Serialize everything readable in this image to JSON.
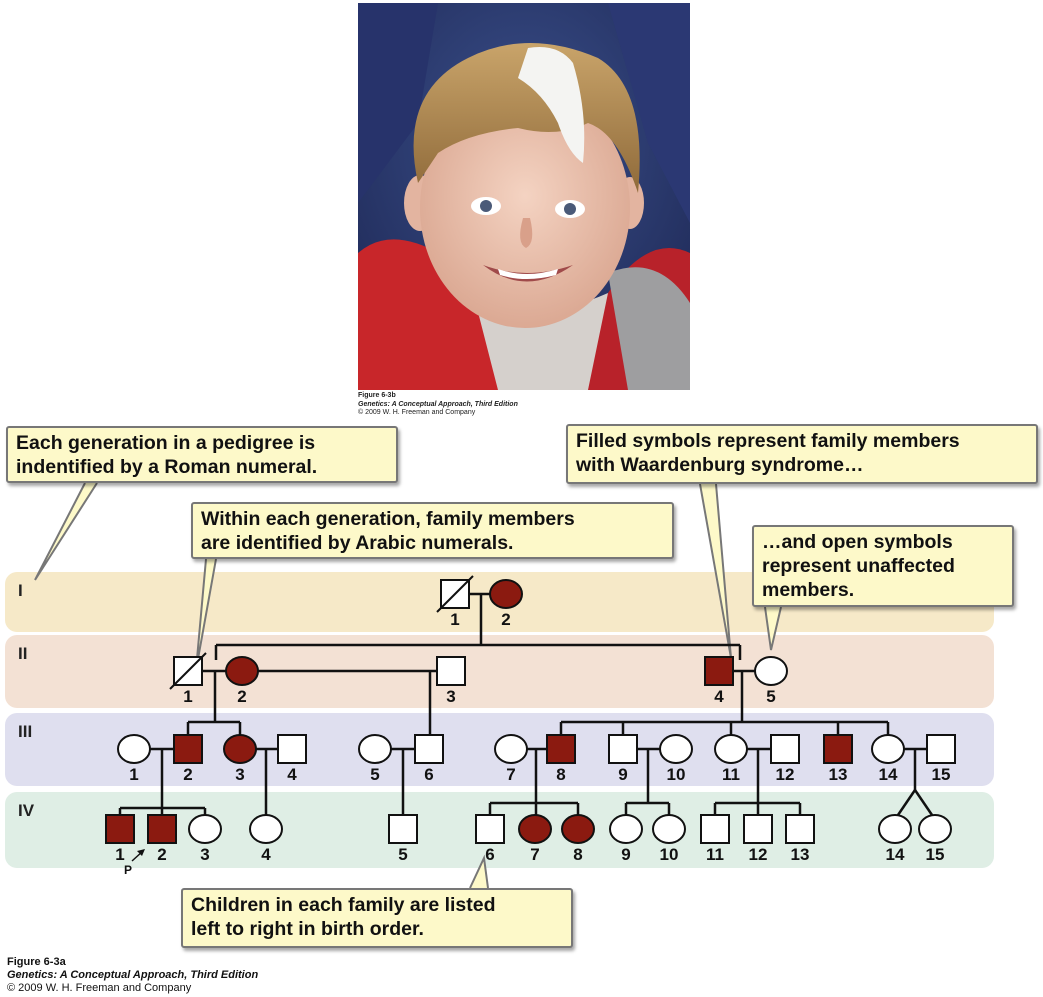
{
  "photo_caption": {
    "figure": "Figure 6-3b",
    "book": "Genetics: A Conceptual Approach, Third Edition",
    "copyright": "© 2009 W. H. Freeman and Company"
  },
  "figure_caption": {
    "figure": "Figure 6-3a",
    "book": "Genetics: A Conceptual Approach, Third Edition",
    "copyright": "© 2009 W. H. Freeman and Company"
  },
  "callouts": {
    "roman": [
      "Each generation in a pedigree is",
      "indentified by a Roman numeral."
    ],
    "arabic": [
      "Within each generation, family members",
      "are identified by Arabic numerals."
    ],
    "filled": [
      "Filled symbols represent family members",
      "with Waardenburg syndrome…"
    ],
    "open": [
      "…and open symbols",
      "represent unaffected",
      "members."
    ],
    "children": [
      "Children in each family are listed",
      "left to right in birth order."
    ]
  },
  "colors": {
    "affected": "#8b1a10",
    "band_I": "#f6e9c8",
    "band_II": "#f3e1d4",
    "band_III": "#dfdfef",
    "band_IV": "#dfeee5",
    "callout_bg": "#fdf9c9"
  },
  "pedigree": {
    "generations": [
      {
        "numeral": "I",
        "individuals": [
          {
            "id": "1",
            "sex": "male",
            "affected": false,
            "deceased": true
          },
          {
            "id": "2",
            "sex": "female",
            "affected": true
          }
        ]
      },
      {
        "numeral": "II",
        "individuals": [
          {
            "id": "1",
            "sex": "male",
            "affected": false,
            "deceased": true
          },
          {
            "id": "2",
            "sex": "female",
            "affected": true
          },
          {
            "id": "3",
            "sex": "male",
            "affected": false
          },
          {
            "id": "4",
            "sex": "male",
            "affected": true
          },
          {
            "id": "5",
            "sex": "female",
            "affected": false
          }
        ]
      },
      {
        "numeral": "III",
        "individuals": [
          {
            "id": "1",
            "sex": "female",
            "affected": false
          },
          {
            "id": "2",
            "sex": "male",
            "affected": true
          },
          {
            "id": "3",
            "sex": "female",
            "affected": true
          },
          {
            "id": "4",
            "sex": "male",
            "affected": false
          },
          {
            "id": "5",
            "sex": "female",
            "affected": false
          },
          {
            "id": "6",
            "sex": "male",
            "affected": false
          },
          {
            "id": "7",
            "sex": "female",
            "affected": false
          },
          {
            "id": "8",
            "sex": "male",
            "affected": true
          },
          {
            "id": "9",
            "sex": "male",
            "affected": false
          },
          {
            "id": "10",
            "sex": "female",
            "affected": false
          },
          {
            "id": "11",
            "sex": "female",
            "affected": false
          },
          {
            "id": "12",
            "sex": "male",
            "affected": false
          },
          {
            "id": "13",
            "sex": "male",
            "affected": true
          },
          {
            "id": "14",
            "sex": "female",
            "affected": false
          },
          {
            "id": "15",
            "sex": "male",
            "affected": false
          }
        ]
      },
      {
        "numeral": "IV",
        "individuals": [
          {
            "id": "1",
            "sex": "male",
            "affected": true,
            "proband": true
          },
          {
            "id": "2",
            "sex": "male",
            "affected": true
          },
          {
            "id": "3",
            "sex": "female",
            "affected": false
          },
          {
            "id": "4",
            "sex": "female",
            "affected": false
          },
          {
            "id": "5",
            "sex": "male",
            "affected": false
          },
          {
            "id": "6",
            "sex": "male",
            "affected": false
          },
          {
            "id": "7",
            "sex": "female",
            "affected": true
          },
          {
            "id": "8",
            "sex": "female",
            "affected": true
          },
          {
            "id": "9",
            "sex": "female",
            "affected": false
          },
          {
            "id": "10",
            "sex": "female",
            "affected": false
          },
          {
            "id": "11",
            "sex": "male",
            "affected": false
          },
          {
            "id": "12",
            "sex": "male",
            "affected": false
          },
          {
            "id": "13",
            "sex": "male",
            "affected": false
          },
          {
            "id": "14",
            "sex": "female",
            "affected": false,
            "twin": true
          },
          {
            "id": "15",
            "sex": "female",
            "affected": false,
            "twin": true
          }
        ]
      }
    ],
    "proband_label": "P"
  }
}
